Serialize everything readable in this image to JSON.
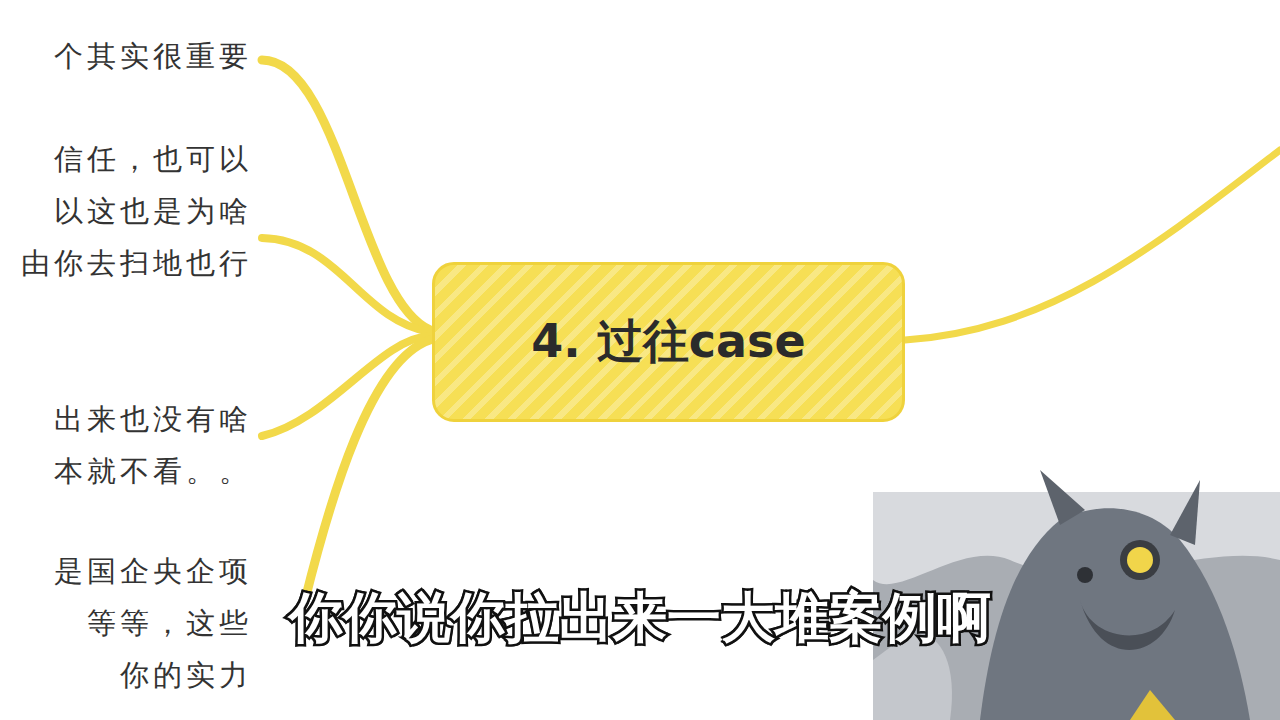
{
  "diagram": {
    "nodes": [
      {
        "text": [
          "4. 过往case"
        ]
      }
    ],
    "labels": [
      "个其实很重要",
      "信任，也可以 以这也是为啥 由你去扫地也行",
      "出来也没有啥 本就不看。。",
      "是国企央企项 等等，这些 你的实力",
      "你你说你拉出来一大堆案例啊"
    ]
  }
}
